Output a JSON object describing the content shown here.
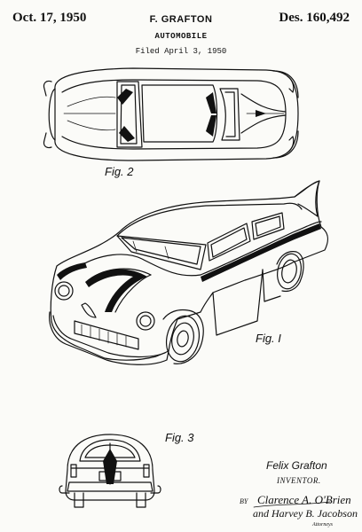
{
  "header": {
    "date": "Oct. 17, 1950",
    "inventor_surname": "F. GRAFTON",
    "patent_number": "Des. 160,492",
    "title": "AUTOMOBILE",
    "filed": "Filed April 3, 1950"
  },
  "figures": {
    "fig1": "Fig. I",
    "fig2": "Fig. 2",
    "fig3": "Fig. 3"
  },
  "inventor": {
    "name": "Felix Grafton",
    "role": "INVENTOR."
  },
  "attorneys": {
    "by": "BY",
    "line1": "Clarence A. O'Brien",
    "line2": "and Harvey B. Jacobson",
    "label": "Attorneys"
  }
}
